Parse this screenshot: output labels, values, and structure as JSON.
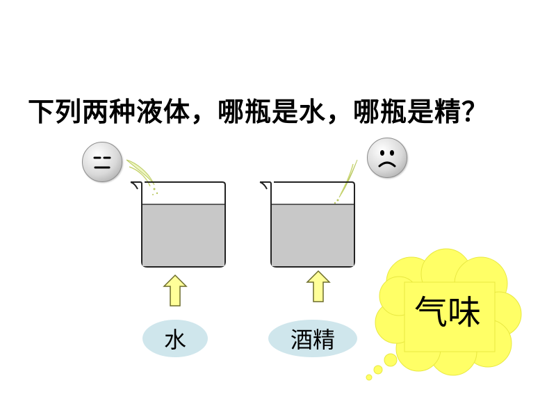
{
  "question": "下列两种液体，哪瓶是水，哪瓶是精？",
  "labels": {
    "water": "水",
    "alcohol": "酒精",
    "cloud": "气味"
  },
  "icons": {
    "left_face": "neutral-face-icon",
    "right_face": "sad-face-icon",
    "arrows": "up-arrow-icon"
  },
  "colors": {
    "liquid": "#c8c8c8",
    "arrow_fill": "#ffff99",
    "oval_fill": "#cfe6ec",
    "cloud_fill": "#ffff66"
  }
}
